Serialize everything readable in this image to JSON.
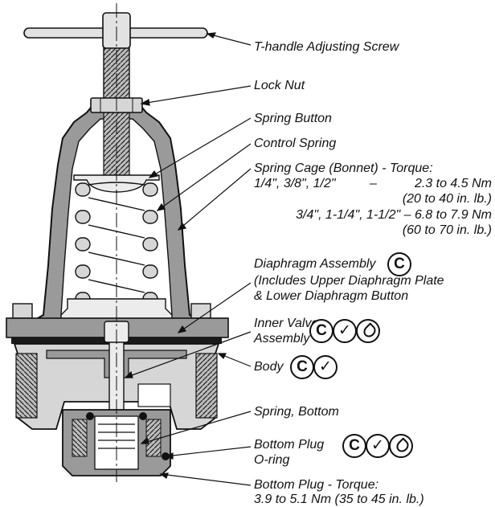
{
  "labels": {
    "t_handle": "T-handle Adjusting Screw",
    "lock_nut": "Lock Nut",
    "spring_button": "Spring Button",
    "control_spring": "Control Spring",
    "spring_cage": "Spring Cage (Bonnet) - Torque:",
    "torque_small_sizes": "1/4\", 3/8\", 1/2\"",
    "torque_small_dash": "–",
    "torque_small_nm": "2.3 to 4.5 Nm",
    "torque_small_inlb": "(20 to 40 in. lb.)",
    "torque_large": "3/4\", 1-1/4\", 1-1/2\" – 6.8 to 7.9 Nm",
    "torque_large_inlb": "(60 to 70 in. lb.)",
    "diaphragm_assembly": "Diaphragm Assembly",
    "diaphragm_includes_1": "(Includes Upper Diaphragm Plate",
    "diaphragm_includes_2": "& Lower Diaphragm Button",
    "inner_valve_1": "Inner Valve",
    "inner_valve_2": "Assembly",
    "body": "Body",
    "spring_bottom": "Spring, Bottom",
    "bottom_plug": "Bottom Plug",
    "o_ring": "O-ring",
    "bottom_plug_torque_1": "Bottom Plug - Torque:",
    "bottom_plug_torque_2": "3.9 to 5.1 Nm (35 to 45 in. lb.)"
  },
  "icons": {
    "c_symbol": "C",
    "check_symbol": "✓",
    "drop_symbol": "drop-icon"
  },
  "colors": {
    "outline": "#111111",
    "part_gray": "#9a9a9a",
    "light_gray": "#d6d6d6",
    "dark_gray": "#555555"
  }
}
